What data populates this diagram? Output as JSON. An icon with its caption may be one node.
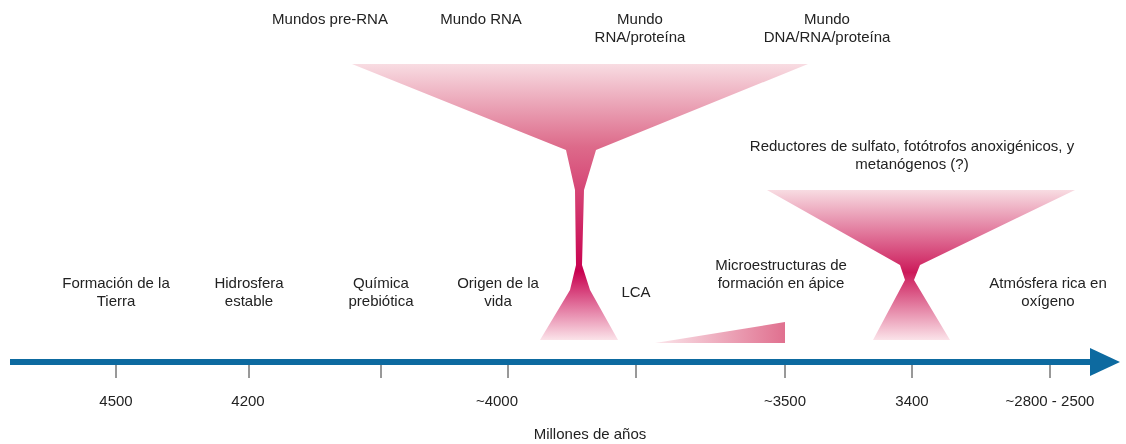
{
  "diagram": {
    "labels": [
      "Mundos pre-RNA",
      "Mundo RNA",
      "Mundo RNA/proteína",
      "Mundo DNA/RNA/proteína",
      "Reductores de sulfato, fotótrofos anoxigénicos, y metanógenos (?)",
      "Formación de la Tierra",
      "Hidrosfera estable",
      "Química prebiótica",
      "Origen de la vida",
      "LCA",
      "Microestructuras de formación en ápice",
      "Atmósfera rica en oxígeno",
      "4500",
      "4200",
      "~4000",
      "~3500",
      "3400",
      "~2800 - 2500",
      "Millones de años"
    ]
  }
}
